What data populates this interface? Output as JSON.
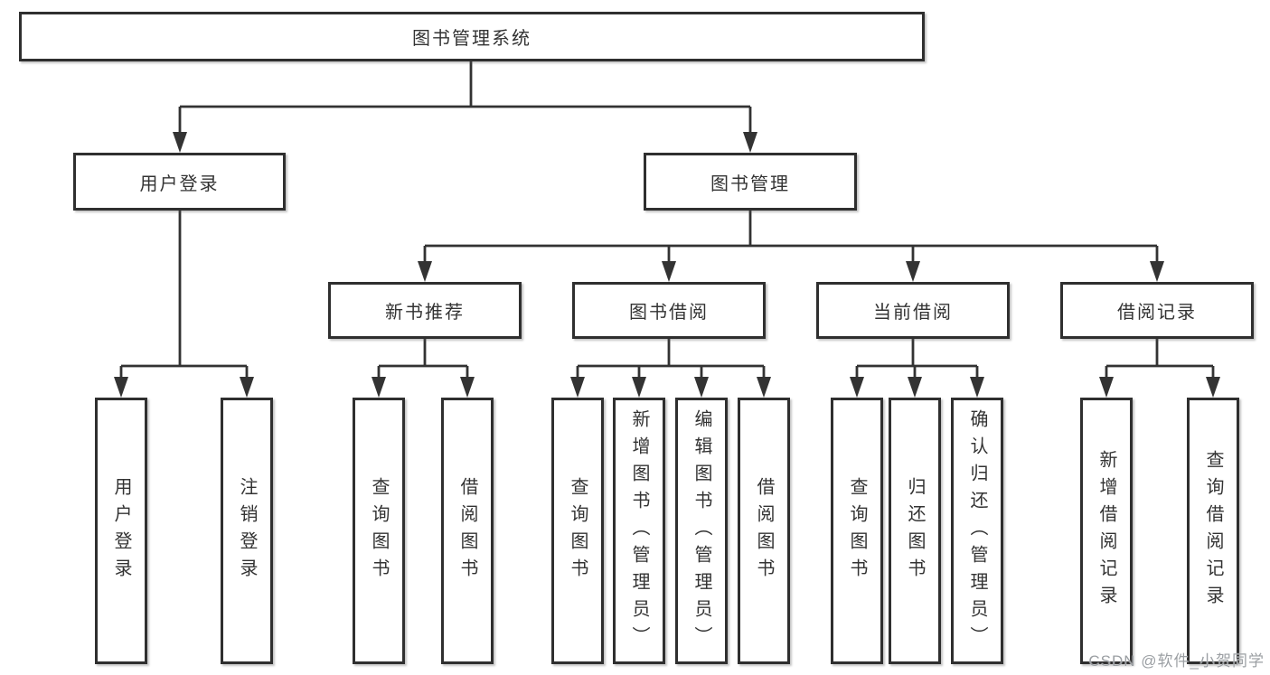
{
  "diagram": {
    "title": "图书管理系统",
    "level2": {
      "user_login": "用户登录",
      "book_management": "图书管理"
    },
    "level3": {
      "new_book_recommend": "新书推荐",
      "book_borrow": "图书借阅",
      "current_borrow": "当前借阅",
      "borrow_record": "借阅记录"
    },
    "leaves": {
      "user_login": "用户登录",
      "logout": "注销登录",
      "recommend_query_book": "查询图书",
      "recommend_borrow_book": "借阅图书",
      "borrow_query_book": "查询图书",
      "borrow_add_book": "新增图书（管理员）",
      "borrow_edit_book": "编辑图书（管理员）",
      "borrow_borrow_book": "借阅图书",
      "current_query_book": "查询图书",
      "current_return_book": "归还图书",
      "current_confirm_return": "确认归还（管理员）",
      "record_add": "新增借阅记录",
      "record_query": "查询借阅记录"
    }
  },
  "watermark": "CSDN @软件_小贺同学",
  "colors": {
    "line": "#333333",
    "box_border": "#2f2f2f",
    "text": "#333333",
    "watermark": "#9b9fa3",
    "background": "#ffffff"
  }
}
